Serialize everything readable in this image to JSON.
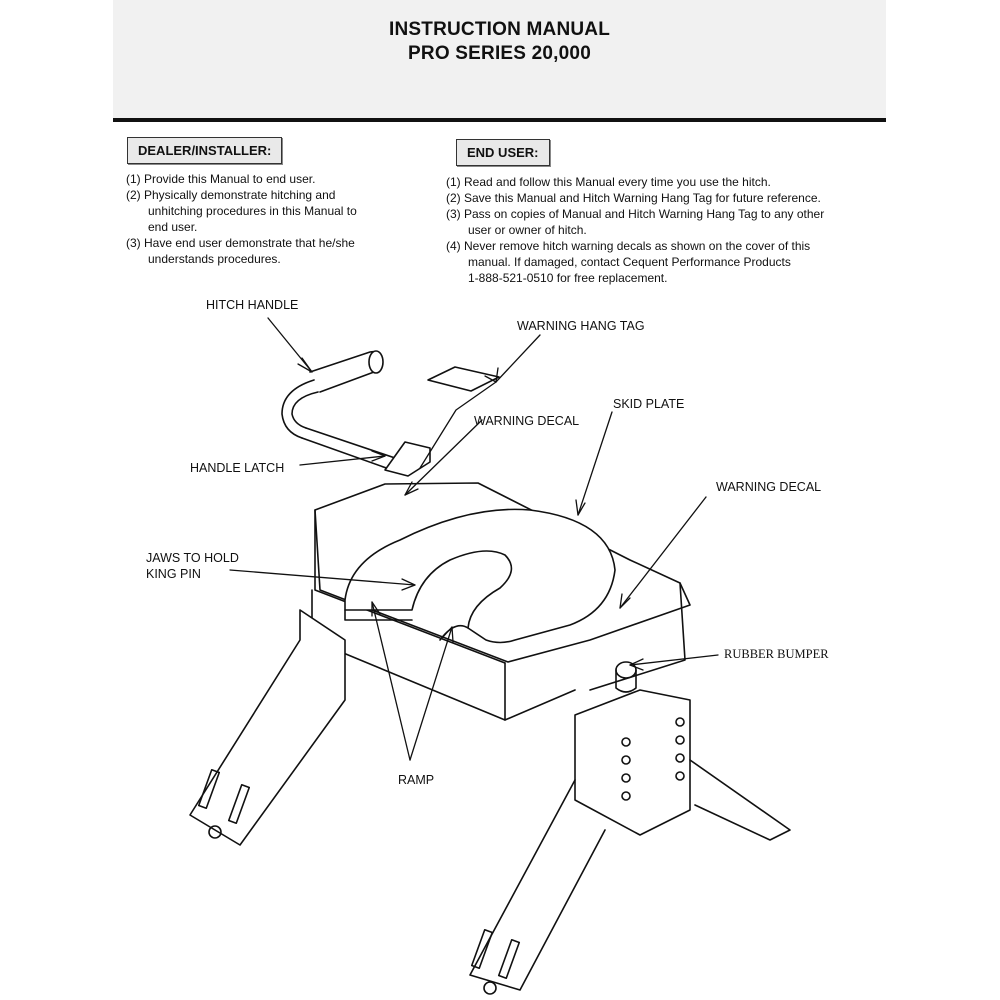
{
  "header": {
    "title": "INSTRUCTION MANUAL",
    "subtitle": "PRO SERIES  20,000"
  },
  "dealer": {
    "heading": "DEALER/INSTALLER:",
    "items": [
      "(1) Provide this Manual to end user.",
      "(2) Physically demonstrate hitching and",
      "unhitching procedures in this Manual to",
      "end user.",
      "(3) Have end user demonstrate that he/she",
      "understands procedures."
    ]
  },
  "enduser": {
    "heading": "END USER:",
    "items": [
      "(1) Read and follow this Manual every time you use the hitch.",
      "(2) Save this Manual and Hitch Warning Hang Tag for future reference.",
      "(3) Pass on copies of Manual and Hitch Warning Hang Tag to any other",
      "user or owner of hitch.",
      "(4) Never remove hitch warning decals as shown on the cover of this",
      "manual. If damaged, contact  Cequent Performance Products",
      "1-888-521-0510  for free replacement."
    ]
  },
  "callouts": {
    "hitch_handle": "HITCH HANDLE",
    "warning_hang_tag": "WARNING HANG TAG",
    "warning_decal_1": "WARNING DECAL",
    "skid_plate": "SKID PLATE",
    "handle_latch": "HANDLE LATCH",
    "warning_decal_2": "WARNING DECAL",
    "jaws_line1": "JAWS TO HOLD",
    "jaws_line2": "KING PIN",
    "rubber_bumper": "RUBBER BUMPER",
    "ramp": "RAMP"
  }
}
